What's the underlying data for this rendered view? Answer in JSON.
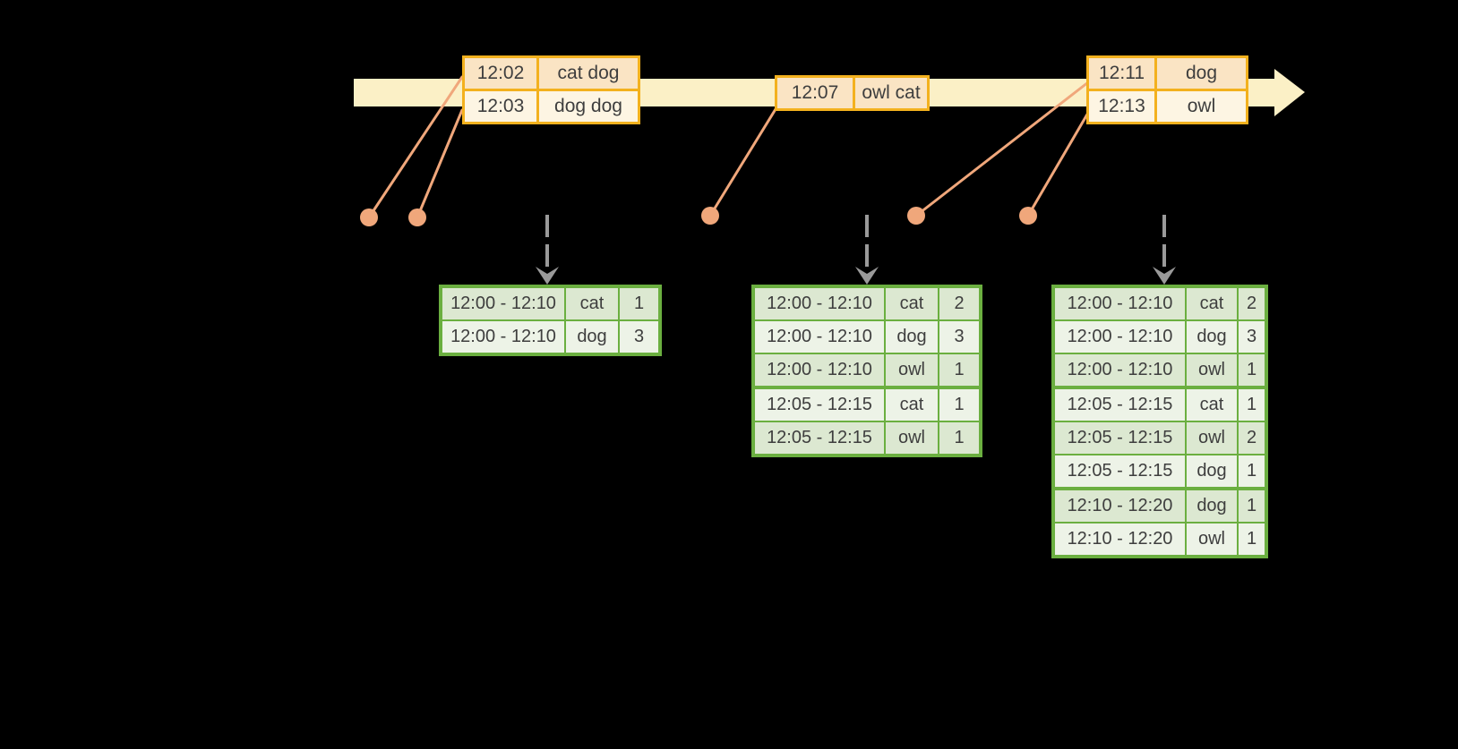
{
  "diagram": {
    "event_tables": [
      {
        "rows": [
          {
            "time": "12:02",
            "words": "cat dog"
          },
          {
            "time": "12:03",
            "words": "dog dog"
          }
        ]
      },
      {
        "rows": [
          {
            "time": "12:07",
            "words": "owl cat"
          }
        ]
      },
      {
        "rows": [
          {
            "time": "12:11",
            "words": "dog"
          },
          {
            "time": "12:13",
            "words": "owl"
          }
        ]
      }
    ],
    "result_tables": [
      {
        "group_breaks": [],
        "rows": [
          {
            "window": "12:00 - 12:10",
            "word": "cat",
            "count": "1"
          },
          {
            "window": "12:00 - 12:10",
            "word": "dog",
            "count": "3"
          }
        ]
      },
      {
        "group_breaks": [
          3
        ],
        "rows": [
          {
            "window": "12:00 - 12:10",
            "word": "cat",
            "count": "2"
          },
          {
            "window": "12:00 - 12:10",
            "word": "dog",
            "count": "3"
          },
          {
            "window": "12:00 - 12:10",
            "word": "owl",
            "count": "1"
          },
          {
            "window": "12:05 - 12:15",
            "word": "cat",
            "count": "1"
          },
          {
            "window": "12:05 - 12:15",
            "word": "owl",
            "count": "1"
          }
        ]
      },
      {
        "group_breaks": [
          3,
          6
        ],
        "rows": [
          {
            "window": "12:00 - 12:10",
            "word": "cat",
            "count": "2"
          },
          {
            "window": "12:00 - 12:10",
            "word": "dog",
            "count": "3"
          },
          {
            "window": "12:00 - 12:10",
            "word": "owl",
            "count": "1"
          },
          {
            "window": "12:05 - 12:15",
            "word": "cat",
            "count": "1"
          },
          {
            "window": "12:05 - 12:15",
            "word": "owl",
            "count": "2"
          },
          {
            "window": "12:05 - 12:15",
            "word": "dog",
            "count": "1"
          },
          {
            "window": "12:10 - 12:20",
            "word": "dog",
            "count": "1"
          },
          {
            "window": "12:10 - 12:20",
            "word": "owl",
            "count": "1"
          }
        ]
      }
    ],
    "colors": {
      "background": "#000000",
      "timeline_fill": "#FBF0C6",
      "event_table_border": "#F3B11E",
      "event_row_peach": "#FAE4C4",
      "event_row_cream": "#FDF5E3",
      "connector_salmon": "#F0A77B",
      "result_table_border": "#6BAF40",
      "result_row_sage": "#DCE8D1",
      "result_row_pale": "#EDF3E7",
      "trigger_arrow_gray": "#9A9A9A",
      "text": "#3E3E3E"
    }
  }
}
